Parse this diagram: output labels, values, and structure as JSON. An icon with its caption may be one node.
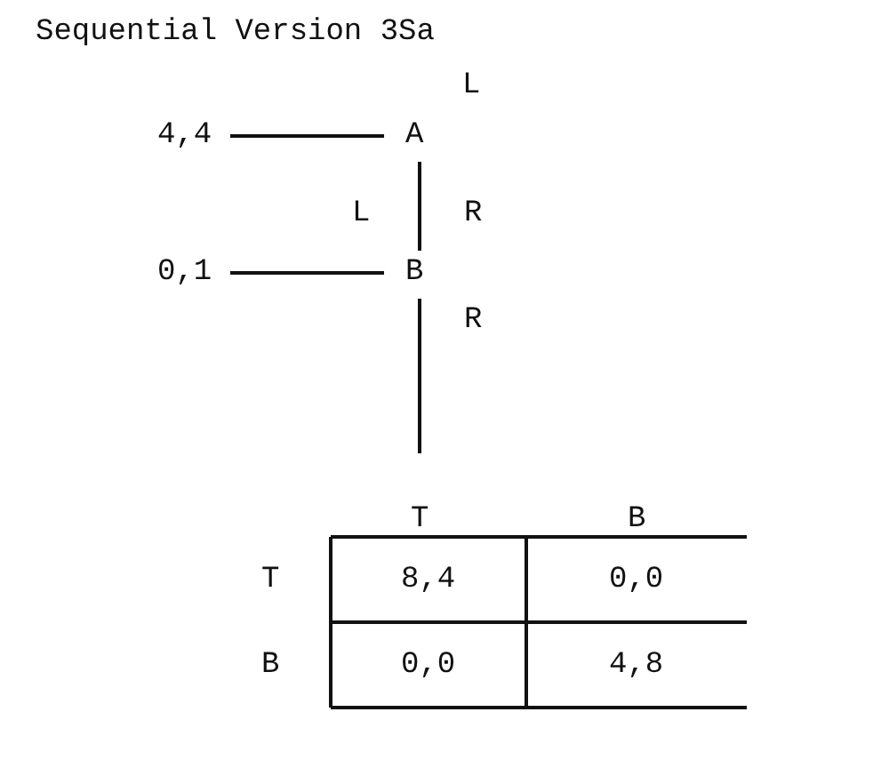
{
  "diagram": {
    "title": "Sequential Version 3Sa",
    "nodes": [
      {
        "text": [
          "4,4"
        ]
      },
      {
        "text": [
          "A"
        ]
      },
      {
        "text": [
          "0,1"
        ]
      },
      {
        "text": [
          "B"
        ]
      }
    ],
    "edges": [
      {
        "from": 0,
        "to": 1,
        "arrow": "none",
        "label": "L"
      },
      {
        "from": 1,
        "to": 3,
        "arrow": "none",
        "label": "R"
      },
      {
        "from": 2,
        "to": 3,
        "arrow": "none",
        "label": "L"
      },
      {
        "from": 3,
        "to": null,
        "arrow": "none",
        "label": "R"
      }
    ],
    "labels": [
      "T",
      "B",
      "T",
      "8,4",
      "0,0",
      "B",
      "0,0",
      "4,8"
    ]
  }
}
